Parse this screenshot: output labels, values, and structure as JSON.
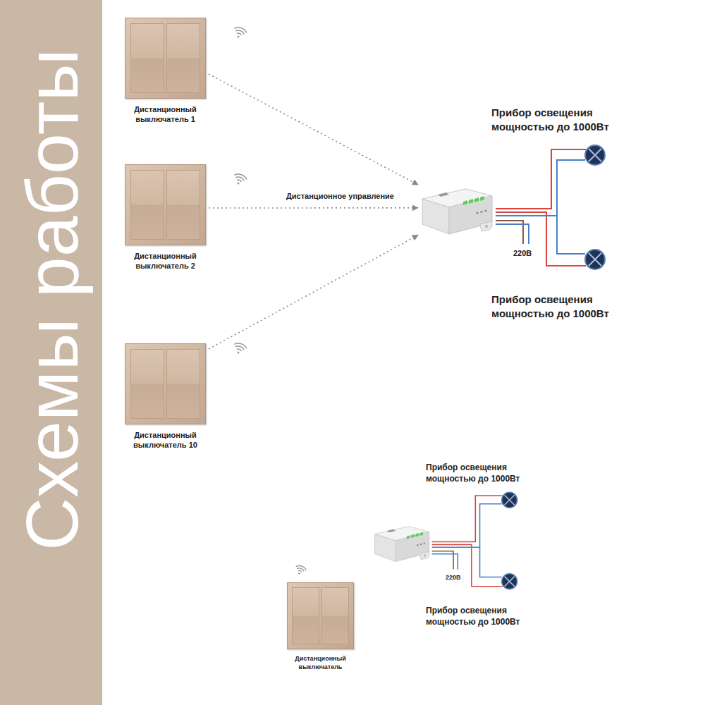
{
  "diagram": {
    "title": "Схемы работы",
    "nodes": [
      {
        "text": [
          "Дистанционный выключатель 1"
        ]
      },
      {
        "text": [
          "Дистанционный выключатель 2"
        ]
      },
      {
        "text": [
          "Дистанционный выключатель 10"
        ]
      },
      {
        "text": []
      },
      {
        "text": [
          "Дистанционный выключатель"
        ]
      }
    ],
    "edges": [
      {
        "from": 0,
        "to": 3,
        "arrow": "to"
      },
      {
        "from": 1,
        "to": 3,
        "label": "Дистанционное управление",
        "arrow": "to"
      },
      {
        "from": 2,
        "to": 3,
        "arrow": "to"
      }
    ],
    "labels": [
      "Прибор освещения мощностью до 1000Вт",
      "220В",
      "Прибор освещения мощностью до 1000Вт",
      "Прибор освещения мощностью до 1000Вт",
      "220В",
      "Прибор освещения мощностью до 1000Вт"
    ]
  }
}
